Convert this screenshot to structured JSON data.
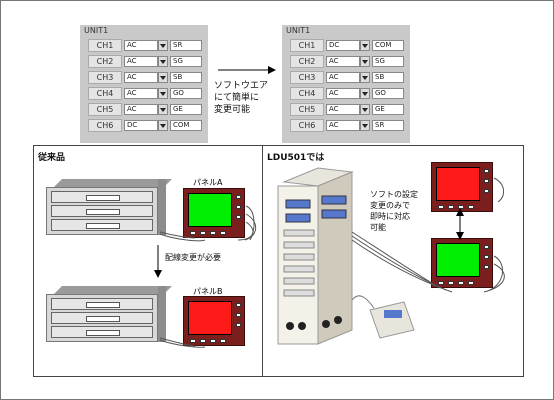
{
  "top": {
    "left_unit": {
      "title": "UNIT1",
      "rows": [
        {
          "ch": "CH1",
          "sel": "AC",
          "mode": "SR"
        },
        {
          "ch": "CH2",
          "sel": "AC",
          "mode": "SG"
        },
        {
          "ch": "CH3",
          "sel": "AC",
          "mode": "SB"
        },
        {
          "ch": "CH4",
          "sel": "AC",
          "mode": "GO"
        },
        {
          "ch": "CH5",
          "sel": "AC",
          "mode": "GE"
        },
        {
          "ch": "CH6",
          "sel": "DC",
          "mode": "COM"
        }
      ]
    },
    "right_unit": {
      "title": "UNIT1",
      "rows": [
        {
          "ch": "CH1",
          "sel": "DC",
          "mode": "COM"
        },
        {
          "ch": "CH2",
          "sel": "AC",
          "mode": "SG"
        },
        {
          "ch": "CH3",
          "sel": "AC",
          "mode": "SB"
        },
        {
          "ch": "CH4",
          "sel": "AC",
          "mode": "GO"
        },
        {
          "ch": "CH5",
          "sel": "AC",
          "mode": "GE"
        },
        {
          "ch": "CH6",
          "sel": "AC",
          "mode": "SR"
        }
      ]
    },
    "caption_lines": [
      "ソフトウエア",
      "にて簡単に",
      "変更可能"
    ]
  },
  "left_box": {
    "title": "従来品",
    "panel_a_label": "パネルA",
    "panel_b_label": "パネルB",
    "rewire_note": "配線変更が必要"
  },
  "right_box": {
    "title": "LDU501では",
    "note_lines": [
      "ソフトの設定",
      "変更のみで",
      "即時に対応",
      "可能"
    ]
  },
  "colors": {
    "unit_bg": "#c9c9c9",
    "panel_frame": "#7a1e1e",
    "screen_green": "#00ee00",
    "screen_red": "#ff1a1a"
  }
}
